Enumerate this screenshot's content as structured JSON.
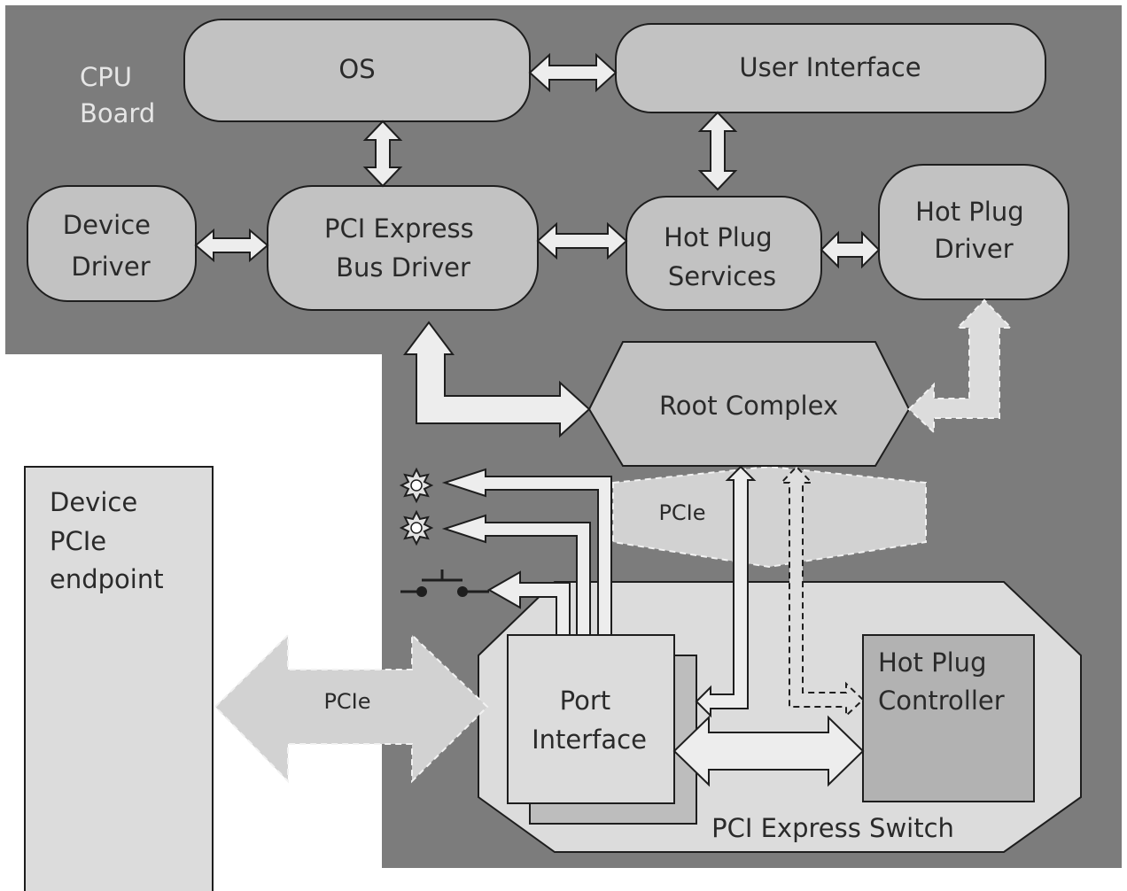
{
  "cpu_board": {
    "line1": "CPU",
    "line2": "Board"
  },
  "os": {
    "label": "OS"
  },
  "user_interface": {
    "label": "User Interface"
  },
  "device_driver": {
    "line1": "Device",
    "line2": "Driver"
  },
  "bus_driver": {
    "line1": "PCI Express",
    "line2": "Bus Driver"
  },
  "hot_plug_services": {
    "line1": "Hot Plug",
    "line2": "Services"
  },
  "hot_plug_driver": {
    "line1": "Hot Plug",
    "line2": "Driver"
  },
  "root_complex": {
    "label": "Root Complex"
  },
  "upper_link": {
    "label": "PCIe"
  },
  "lower_link": {
    "label": "PCIe"
  },
  "endpoint": {
    "line1": "Device",
    "line2": "PCIe",
    "line3": "endpoint"
  },
  "port_interface": {
    "line1": "Port",
    "line2": "Interface"
  },
  "hot_plug_controller": {
    "line1": "Hot Plug",
    "line2": "Controller"
  },
  "switch": {
    "label": "PCI Express Switch"
  },
  "colors": {
    "board": "#7c7c7c",
    "node": "#c2c2c2",
    "light": "#dcdcdc",
    "controller": "#b2b2b2",
    "arrow": "#ededed",
    "stroke": "#1e1e1e"
  }
}
